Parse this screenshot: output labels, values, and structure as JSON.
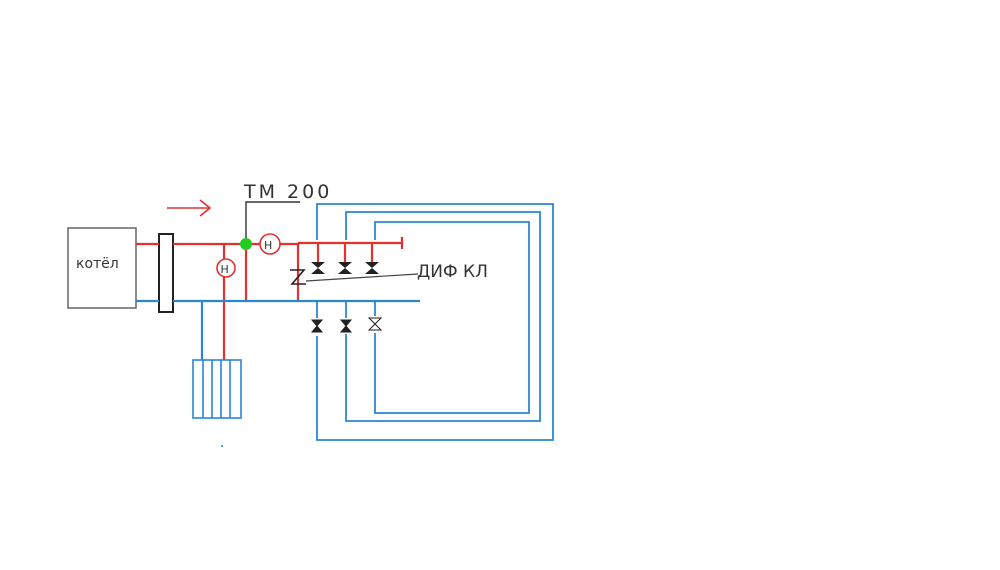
{
  "labels": {
    "boiler": "котёл",
    "controller": "ТМ 200",
    "diff_valve": "ДИФ КЛ",
    "pump_symbol": "Н"
  },
  "colors": {
    "supply": "#e53030",
    "return": "#2b86d6",
    "outline": "#555555",
    "sensor": "#22cc22",
    "valve": "#222222",
    "background": "#ffffff"
  },
  "icons": [
    "flow-arrow-icon",
    "pump-icon",
    "valve-icon",
    "radiator-icon",
    "sensor-node-icon"
  ]
}
